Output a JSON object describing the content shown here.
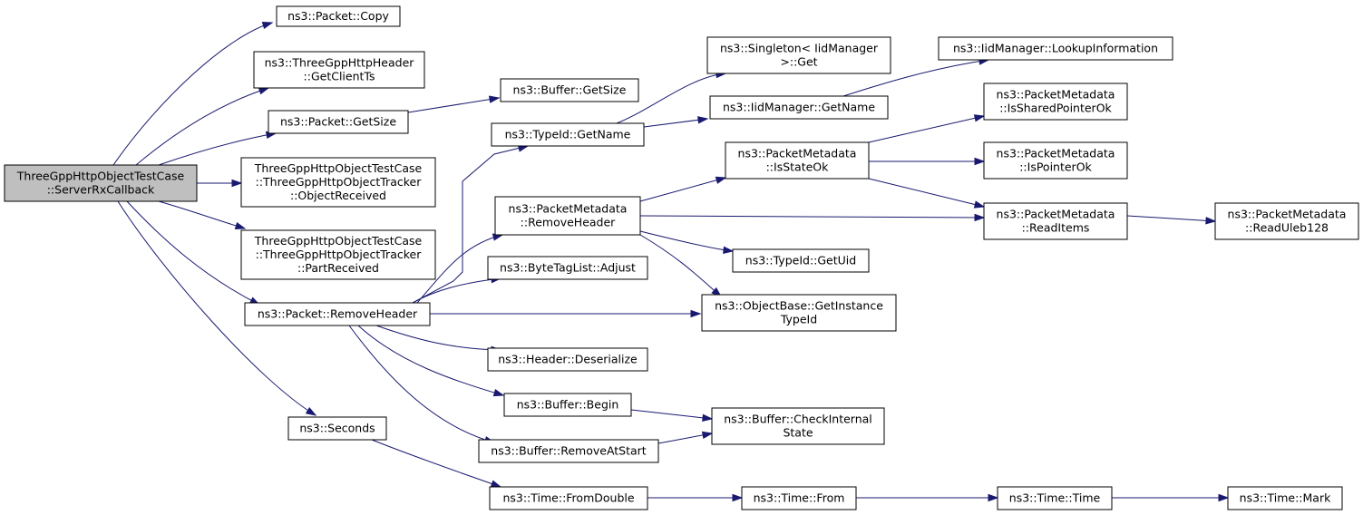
{
  "diagram": {
    "nodes": [
      {
        "id": "root",
        "lines": [
          "ThreeGppHttpObjectTestCase",
          "::ServerRxCallback"
        ],
        "highlight": true
      },
      {
        "id": "packet_copy",
        "lines": [
          "ns3::Packet::Copy"
        ]
      },
      {
        "id": "getclientts",
        "lines": [
          "ns3::ThreeGppHttpHeader",
          "::GetClientTs"
        ]
      },
      {
        "id": "packet_getsize",
        "lines": [
          "ns3::Packet::GetSize"
        ]
      },
      {
        "id": "objectreceived",
        "lines": [
          "ThreeGppHttpObjectTestCase",
          "::ThreeGppHttpObjectTracker",
          "::ObjectReceived"
        ]
      },
      {
        "id": "partreceived",
        "lines": [
          "ThreeGppHttpObjectTestCase",
          "::ThreeGppHttpObjectTracker",
          "::PartReceived"
        ]
      },
      {
        "id": "packet_removeheader",
        "lines": [
          "ns3::Packet::RemoveHeader"
        ]
      },
      {
        "id": "seconds",
        "lines": [
          "ns3::Seconds"
        ]
      },
      {
        "id": "buffer_getsize",
        "lines": [
          "ns3::Buffer::GetSize"
        ]
      },
      {
        "id": "typeid_getname",
        "lines": [
          "ns3::TypeId::GetName"
        ]
      },
      {
        "id": "pm_removeheader",
        "lines": [
          "ns3::PacketMetadata",
          "::RemoveHeader"
        ]
      },
      {
        "id": "bytetaglist_adjust",
        "lines": [
          "ns3::ByteTagList::Adjust"
        ]
      },
      {
        "id": "header_deserialize",
        "lines": [
          "ns3::Header::Deserialize"
        ]
      },
      {
        "id": "buffer_begin",
        "lines": [
          "ns3::Buffer::Begin"
        ]
      },
      {
        "id": "buffer_removeatstart",
        "lines": [
          "ns3::Buffer::RemoveAtStart"
        ]
      },
      {
        "id": "time_fromdouble",
        "lines": [
          "ns3::Time::FromDouble"
        ]
      },
      {
        "id": "singleton_get",
        "lines": [
          "ns3::Singleton< IidManager",
          ">::Get"
        ]
      },
      {
        "id": "iidmanager_getname",
        "lines": [
          "ns3::IidManager::GetName"
        ]
      },
      {
        "id": "pm_isstateok",
        "lines": [
          "ns3::PacketMetadata",
          "::IsStateOk"
        ]
      },
      {
        "id": "typeid_getuid",
        "lines": [
          "ns3::TypeId::GetUid"
        ]
      },
      {
        "id": "objectbase_getinstancetypeid",
        "lines": [
          "ns3::ObjectBase::GetInstance",
          "TypeId"
        ]
      },
      {
        "id": "buffer_checkinternalstate",
        "lines": [
          "ns3::Buffer::CheckInternal",
          "State"
        ]
      },
      {
        "id": "time_from",
        "lines": [
          "ns3::Time::From"
        ]
      },
      {
        "id": "iidmanager_lookupinformation",
        "lines": [
          "ns3::IidManager::LookupInformation"
        ]
      },
      {
        "id": "pm_issharedpointerok",
        "lines": [
          "ns3::PacketMetadata",
          "::IsSharedPointerOk"
        ]
      },
      {
        "id": "pm_ispointerok",
        "lines": [
          "ns3::PacketMetadata",
          "::IsPointerOk"
        ]
      },
      {
        "id": "pm_readitems",
        "lines": [
          "ns3::PacketMetadata",
          "::ReadItems"
        ]
      },
      {
        "id": "time_time",
        "lines": [
          "ns3::Time::Time"
        ]
      },
      {
        "id": "pm_readuleb128",
        "lines": [
          "ns3::PacketMetadata",
          "::ReadUleb128"
        ]
      },
      {
        "id": "time_mark",
        "lines": [
          "ns3::Time::Mark"
        ]
      }
    ],
    "edges": [
      {
        "from": "root",
        "to": "packet_copy"
      },
      {
        "from": "root",
        "to": "getclientts"
      },
      {
        "from": "root",
        "to": "packet_getsize"
      },
      {
        "from": "root",
        "to": "objectreceived"
      },
      {
        "from": "root",
        "to": "partreceived"
      },
      {
        "from": "root",
        "to": "packet_removeheader"
      },
      {
        "from": "root",
        "to": "seconds"
      },
      {
        "from": "packet_getsize",
        "to": "buffer_getsize"
      },
      {
        "from": "packet_removeheader",
        "to": "typeid_getname"
      },
      {
        "from": "packet_removeheader",
        "to": "pm_removeheader"
      },
      {
        "from": "packet_removeheader",
        "to": "bytetaglist_adjust"
      },
      {
        "from": "packet_removeheader",
        "to": "objectbase_getinstancetypeid"
      },
      {
        "from": "packet_removeheader",
        "to": "header_deserialize"
      },
      {
        "from": "packet_removeheader",
        "to": "buffer_begin"
      },
      {
        "from": "packet_removeheader",
        "to": "buffer_removeatstart"
      },
      {
        "from": "seconds",
        "to": "time_fromdouble"
      },
      {
        "from": "typeid_getname",
        "to": "singleton_get"
      },
      {
        "from": "typeid_getname",
        "to": "iidmanager_getname"
      },
      {
        "from": "iidmanager_getname",
        "to": "iidmanager_lookupinformation"
      },
      {
        "from": "pm_removeheader",
        "to": "pm_isstateok"
      },
      {
        "from": "pm_removeheader",
        "to": "pm_readitems"
      },
      {
        "from": "pm_removeheader",
        "to": "typeid_getuid"
      },
      {
        "from": "pm_removeheader",
        "to": "objectbase_getinstancetypeid"
      },
      {
        "from": "pm_isstateok",
        "to": "pm_issharedpointerok"
      },
      {
        "from": "pm_isstateok",
        "to": "pm_ispointerok"
      },
      {
        "from": "pm_isstateok",
        "to": "pm_readitems"
      },
      {
        "from": "pm_readitems",
        "to": "pm_readuleb128"
      },
      {
        "from": "buffer_begin",
        "to": "buffer_checkinternalstate"
      },
      {
        "from": "buffer_removeatstart",
        "to": "buffer_checkinternalstate"
      },
      {
        "from": "time_fromdouble",
        "to": "time_from"
      },
      {
        "from": "time_from",
        "to": "time_time"
      },
      {
        "from": "time_time",
        "to": "time_mark"
      }
    ],
    "colors": {
      "edge": "#191970",
      "root_fill": "#bfbfbf",
      "node_fill": "#ffffff",
      "border": "#000000"
    }
  }
}
